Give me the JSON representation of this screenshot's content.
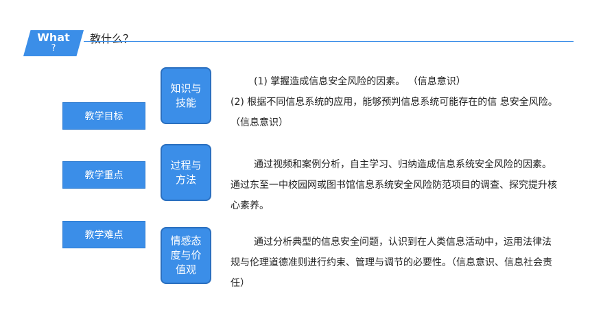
{
  "header": {
    "tag_line1": "What",
    "tag_line2": "?",
    "title": "教什么？"
  },
  "left_boxes": [
    {
      "label": "教学目标"
    },
    {
      "label": "教学重点"
    },
    {
      "label": "教学难点"
    }
  ],
  "mid_boxes": [
    {
      "label": "知识与技能"
    },
    {
      "label": "过程与方法"
    },
    {
      "label": "情感态度与价值观"
    }
  ],
  "sections": {
    "knowledge": {
      "line1": "(1) 掌握造成信息安全风险的因素。 （信息意识）",
      "line2": "(2)  根据不同信息系统的应用，能够预判信息系统可能存在的信 息安全风险。 （信息意识）"
    },
    "process": {
      "text": "通过视频和案例分析，自主学习、归纳造成信息系统安全风险的因素。通过东至一中校园网或图书馆信息系统安全风险防范项目的调查、探究提升核心素养。"
    },
    "emotion": {
      "text": "通过分析典型的信息安全问题，认识到在人类信息活动中，运用法律法规与伦理道德准则进行约束、管理与调节的必要性。（信息意识、信息社会责任）"
    }
  },
  "colors": {
    "accent": "#3b8ee8",
    "border": "#2a6fbf",
    "text": "#222222"
  }
}
